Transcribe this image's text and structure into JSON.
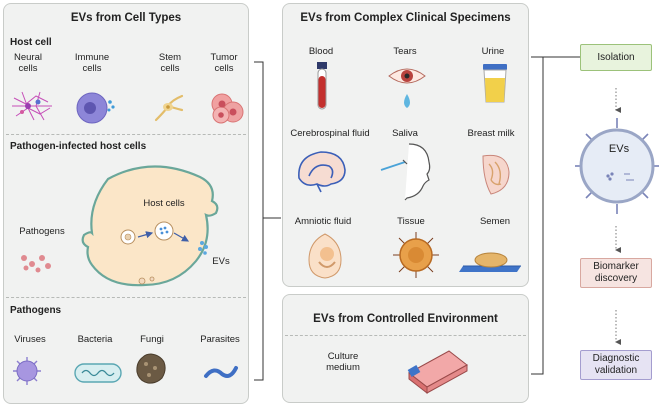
{
  "left_panel": {
    "title": "EVs from Cell Types",
    "host_cell": {
      "heading": "Host cell",
      "items": [
        {
          "label_line1": "Neural",
          "label_line2": "cells"
        },
        {
          "label_line1": "Immune",
          "label_line2": "cells"
        },
        {
          "label_line1": "Stem",
          "label_line2": "cells"
        },
        {
          "label_line1": "Tumor",
          "label_line2": "cells"
        }
      ]
    },
    "infected": {
      "heading": "Pathogen-infected host cells",
      "host_cells_label": "Host cells",
      "pathogens_label": "Pathogens",
      "evs_label": "EVs"
    },
    "pathogens": {
      "heading": "Pathogens",
      "items": [
        "Viruses",
        "Bacteria",
        "Fungi",
        "Parasites"
      ]
    }
  },
  "clinical_panel": {
    "title": "EVs from Complex Clinical Specimens",
    "items": [
      "Blood",
      "Tears",
      "Urine",
      "Cerebrospinal fluid",
      "Saliva",
      "Breast milk",
      "Amniotic fluid",
      "Tissue",
      "Semen"
    ]
  },
  "controlled_panel": {
    "title": "EVs from Controlled Environment",
    "culture_line1": "Culture",
    "culture_line2": "medium"
  },
  "workflow": {
    "isolation": "Isolation",
    "evs": "EVs",
    "biomarker_line1": "Biomarker",
    "biomarker_line2": "discovery",
    "diagnostic_line1": "Diagnostic",
    "diagnostic_line2": "validation",
    "colors": {
      "isolation_fill": "#e8f3dd",
      "isolation_border": "#9cc27a",
      "biomarker_fill": "#f6e4e1",
      "biomarker_border": "#d8a8a0",
      "diagnostic_fill": "#e6e3f3",
      "diagnostic_border": "#a49dcf"
    }
  }
}
